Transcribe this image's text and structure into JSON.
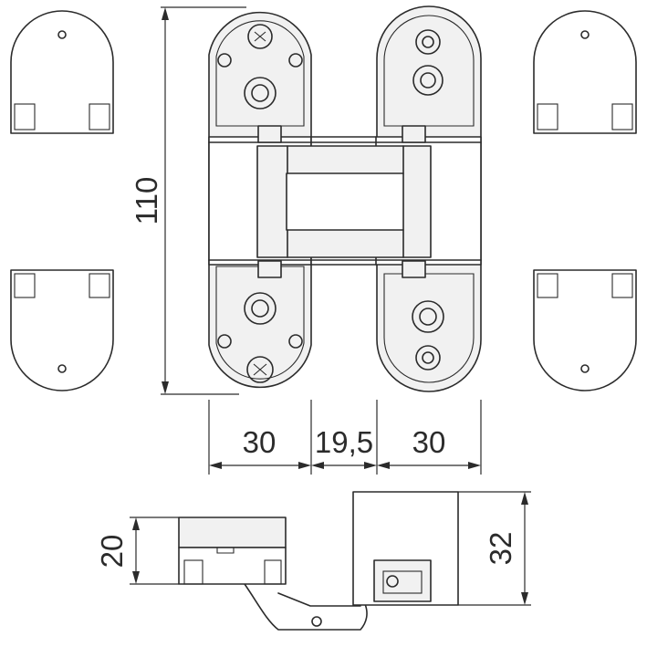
{
  "dimensions": {
    "height_total": "110",
    "width_left_leaf": "30",
    "width_center_gap": "19,5",
    "width_right_leaf": "30",
    "depth_small": "20",
    "depth_large": "32"
  }
}
